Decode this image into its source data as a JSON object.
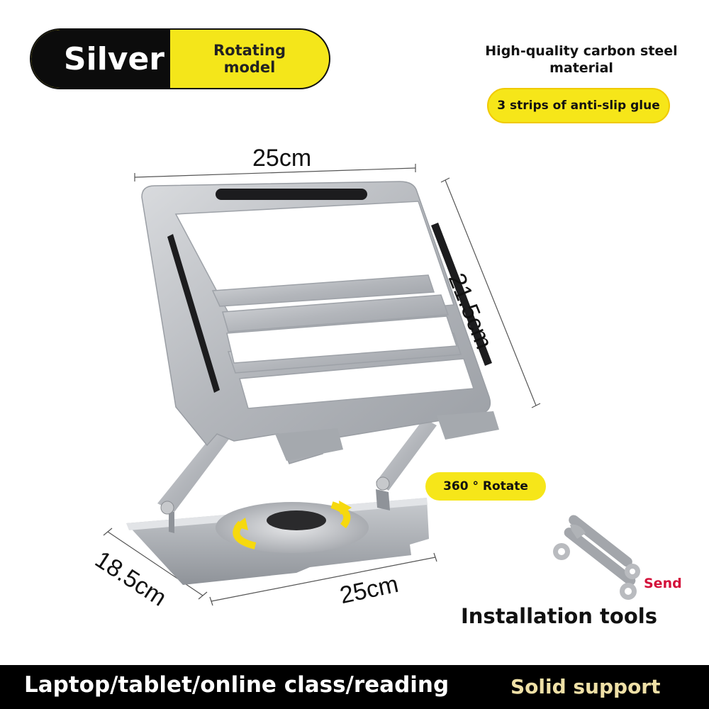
{
  "header": {
    "color_label": "Silver",
    "model_line1": "Rotating",
    "model_line2": "model"
  },
  "features": {
    "material_line1": "High-quality carbon steel",
    "material_line2": "material",
    "glue": "3 strips of anti-slip glue"
  },
  "dimensions": {
    "top_width": "25cm",
    "height": "21.5cm",
    "depth": "18.5cm",
    "base_width": "25cm"
  },
  "rotate_label": "360 ° Rotate",
  "tools": {
    "send": "Send",
    "label": "Installation tools"
  },
  "footer": {
    "uses": "Laptop/tablet/online class/reading",
    "tagline": "Solid support"
  },
  "colors": {
    "accent_yellow": "#f4e61a",
    "silver": "#b7babf",
    "send_red": "#d4123b"
  }
}
